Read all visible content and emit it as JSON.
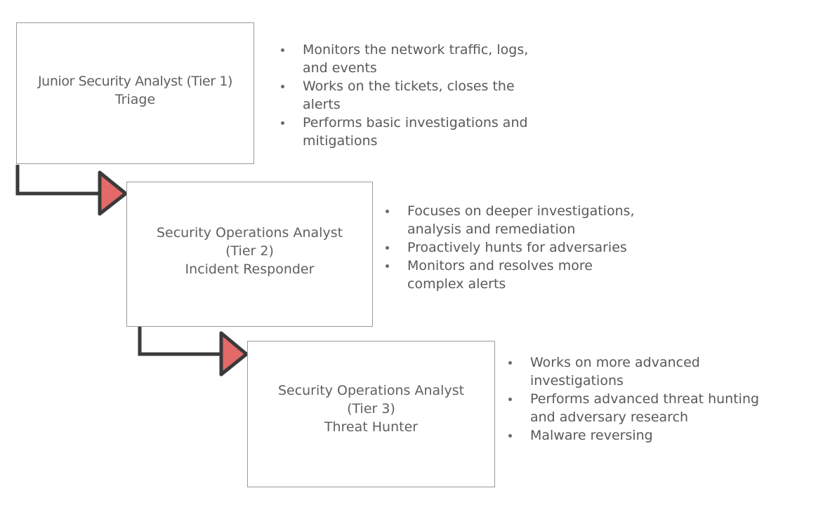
{
  "colors": {
    "arrow_fill": "#e46a6a",
    "arrow_stroke": "#3a3a3a",
    "box_border": "#9a9a9a",
    "text": "#595959"
  },
  "tiers": [
    {
      "box_lines": [
        "Junior Security Analyst (Tier 1)",
        "Triage"
      ],
      "bullets": [
        [
          "Monitors the network traffic, logs,",
          "and events"
        ],
        [
          "Works on the tickets, closes the",
          "alerts"
        ],
        [
          "Performs basic investigations and",
          "mitigations"
        ]
      ]
    },
    {
      "box_lines": [
        "Security Operations Analyst",
        "(Tier 2)",
        "Incident Responder"
      ],
      "bullets": [
        [
          "Focuses on deeper investigations,",
          "analysis and remediation"
        ],
        [
          "Proactively hunts for adversaries"
        ],
        [
          "Monitors and resolves more",
          "complex alerts"
        ]
      ]
    },
    {
      "box_lines": [
        "Security Operations Analyst",
        "(Tier 3)",
        "Threat Hunter"
      ],
      "bullets": [
        [
          "Works on more advanced",
          "investigations"
        ],
        [
          "Performs advanced threat hunting",
          "and adversary research"
        ],
        [
          "Malware reversing"
        ]
      ]
    }
  ]
}
